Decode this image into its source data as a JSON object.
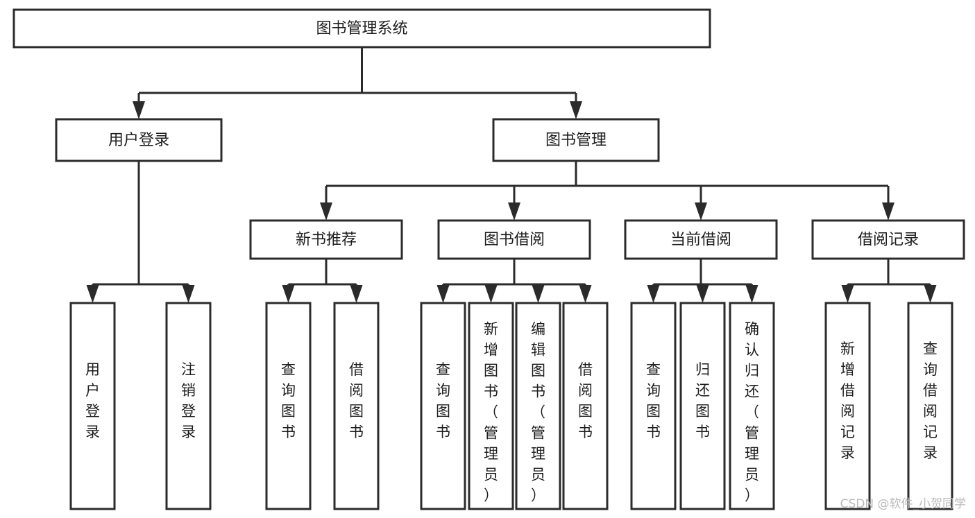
{
  "diagram": {
    "title": "图书管理系统",
    "type": "tree",
    "orientation": "top-down",
    "background_color": "#ffffff",
    "line_color": "#2b2b2b",
    "text_color": "#1d1d1d",
    "watermark": "CSDN @软件_小贺同学",
    "nodes": {
      "root": {
        "label": "图书管理系统",
        "level": 0,
        "orientation": "horizontal"
      },
      "l1": [
        {
          "id": "user-login",
          "label": "用户登录",
          "level": 1,
          "orientation": "horizontal"
        },
        {
          "id": "book-manage",
          "label": "图书管理",
          "level": 1,
          "orientation": "horizontal"
        }
      ],
      "l2": [
        {
          "id": "new-book-rec",
          "label": "新书推荐",
          "level": 2,
          "orientation": "horizontal",
          "parent": "book-manage"
        },
        {
          "id": "book-borrow",
          "label": "图书借阅",
          "level": 2,
          "orientation": "horizontal",
          "parent": "book-manage"
        },
        {
          "id": "current-borrow",
          "label": "当前借阅",
          "level": 2,
          "orientation": "horizontal",
          "parent": "book-manage"
        },
        {
          "id": "borrow-record",
          "label": "借阅记录",
          "level": 2,
          "orientation": "horizontal",
          "parent": "book-manage"
        }
      ],
      "leaves": [
        {
          "id": "leaf-user-login",
          "label": "用户登录",
          "parent": "user-login",
          "orientation": "vertical",
          "align": "bottom"
        },
        {
          "id": "leaf-logout",
          "label": "注销登录",
          "parent": "user-login",
          "orientation": "vertical",
          "align": "bottom"
        },
        {
          "id": "leaf-query-book-1",
          "label": "查询图书",
          "parent": "new-book-rec",
          "orientation": "vertical",
          "align": "bottom"
        },
        {
          "id": "leaf-borrow-book-1",
          "label": "借阅图书",
          "parent": "new-book-rec",
          "orientation": "vertical",
          "align": "bottom"
        },
        {
          "id": "leaf-query-book-2",
          "label": "查询图书",
          "parent": "book-borrow",
          "orientation": "vertical",
          "align": "bottom"
        },
        {
          "id": "leaf-add-book",
          "label": "新增图书（管理员）",
          "parent": "book-borrow",
          "orientation": "vertical",
          "align": "top"
        },
        {
          "id": "leaf-edit-book",
          "label": "编辑图书（管理员）",
          "parent": "book-borrow",
          "orientation": "vertical",
          "align": "top"
        },
        {
          "id": "leaf-borrow-book-2",
          "label": "借阅图书",
          "parent": "book-borrow",
          "orientation": "vertical",
          "align": "bottom"
        },
        {
          "id": "leaf-query-book-3",
          "label": "查询图书",
          "parent": "current-borrow",
          "orientation": "vertical",
          "align": "bottom"
        },
        {
          "id": "leaf-return-book",
          "label": "归还图书",
          "parent": "current-borrow",
          "orientation": "vertical",
          "align": "bottom"
        },
        {
          "id": "leaf-confirm-return",
          "label": "确认归还（管理员）",
          "parent": "current-borrow",
          "orientation": "vertical",
          "align": "top"
        },
        {
          "id": "leaf-add-record",
          "label": "新增借阅记录",
          "parent": "borrow-record",
          "orientation": "vertical",
          "align": "bottom"
        },
        {
          "id": "leaf-query-record",
          "label": "查询借阅记录",
          "parent": "borrow-record",
          "orientation": "vertical",
          "align": "bottom"
        }
      ]
    }
  }
}
